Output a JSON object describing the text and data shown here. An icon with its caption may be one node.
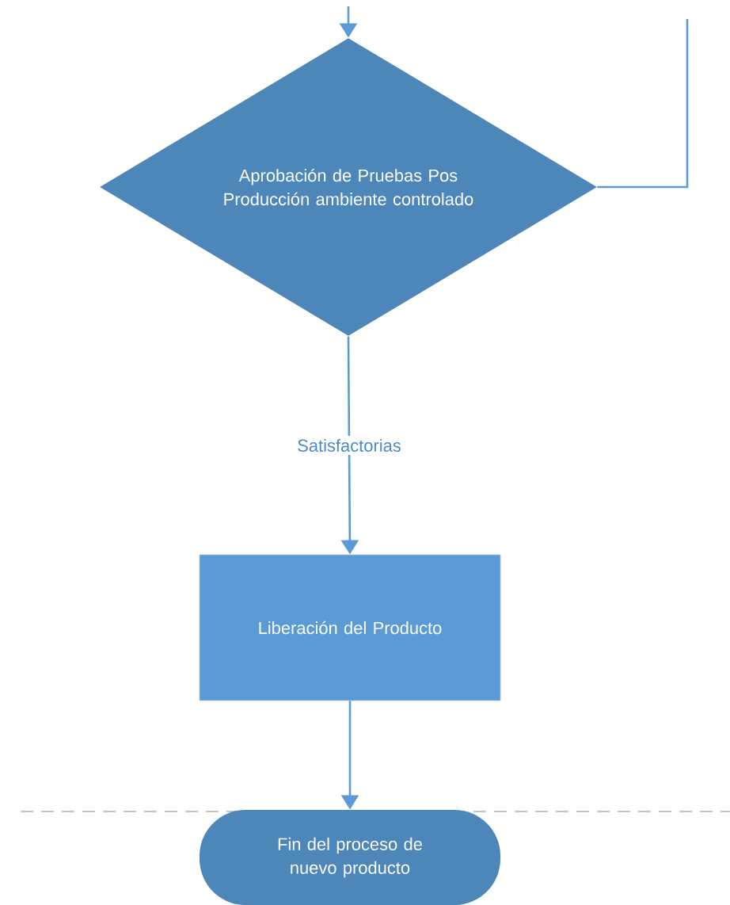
{
  "diagram": {
    "nodes": [
      {
        "text": [
          "Aprobación de Pruebas Pos Producción ambiente controlado"
        ]
      },
      {
        "text": [
          "Liberación del Producto"
        ]
      },
      {
        "text": [
          "Fin del proceso de nuevo producto"
        ]
      }
    ],
    "edges": [
      {
        "from": null,
        "to": 0,
        "arrow": "to"
      },
      {
        "from": 0,
        "to": null,
        "arrow": "none"
      },
      {
        "from": 0,
        "to": 1,
        "arrow": "to",
        "label": "Satisfactorias"
      },
      {
        "from": 1,
        "to": 2,
        "arrow": "to"
      }
    ]
  }
}
